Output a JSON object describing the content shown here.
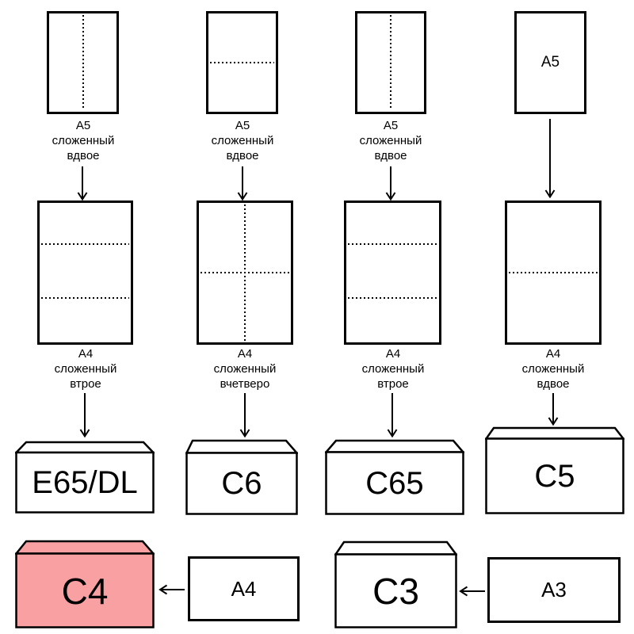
{
  "colors": {
    "background": "#ffffff",
    "outline": "#000000",
    "highlight_envelope_fill": "#f9a0a3"
  },
  "columns": [
    {
      "sheet1_name": "А5",
      "sheet1_fold_pattern": "vertical dotted fold line (half)",
      "sheet1_caption": [
        "А5",
        "сложенный",
        "вдвое"
      ],
      "sheet2_name": "А4",
      "sheet2_fold_pattern": "two horizontal dotted fold lines (thirds)",
      "sheet2_caption": [
        "А4",
        "сложенный",
        "втрое"
      ],
      "envelope_label": "E65/DL"
    },
    {
      "sheet1_name": "А5",
      "sheet1_fold_pattern": "horizontal dotted fold line (half)",
      "sheet1_caption": [
        "А5",
        "сложенный",
        "вдвое"
      ],
      "sheet2_name": "А4",
      "sheet2_fold_pattern": "vertical and horizontal dotted fold lines (quarters)",
      "sheet2_caption": [
        "А4",
        "сложенный",
        "вчетверо"
      ],
      "envelope_label": "C6"
    },
    {
      "sheet1_name": "А5",
      "sheet1_fold_pattern": "vertical dotted fold line (half)",
      "sheet1_caption": [
        "А5",
        "сложенный",
        "вдвое"
      ],
      "sheet2_name": "А4",
      "sheet2_fold_pattern": "two horizontal dotted fold lines (thirds)",
      "sheet2_caption": [
        "А4",
        "сложенный",
        "втрое"
      ],
      "envelope_label": "C65"
    },
    {
      "sheet1_name": "А5",
      "sheet1_inner_label": "А5",
      "sheet1_fold_pattern": "no fold line",
      "sheet1_caption": [],
      "sheet2_name": "А4",
      "sheet2_fold_pattern": "one horizontal dotted fold line (half)",
      "sheet2_caption": [
        "А4",
        "сложенный",
        "вдвое"
      ],
      "envelope_label": "C5"
    }
  ],
  "bottom": [
    {
      "envelope_label": "C4",
      "source_label": "А4",
      "highlighted": true
    },
    {
      "envelope_label": "C3",
      "source_label": "А3",
      "highlighted": false
    }
  ]
}
